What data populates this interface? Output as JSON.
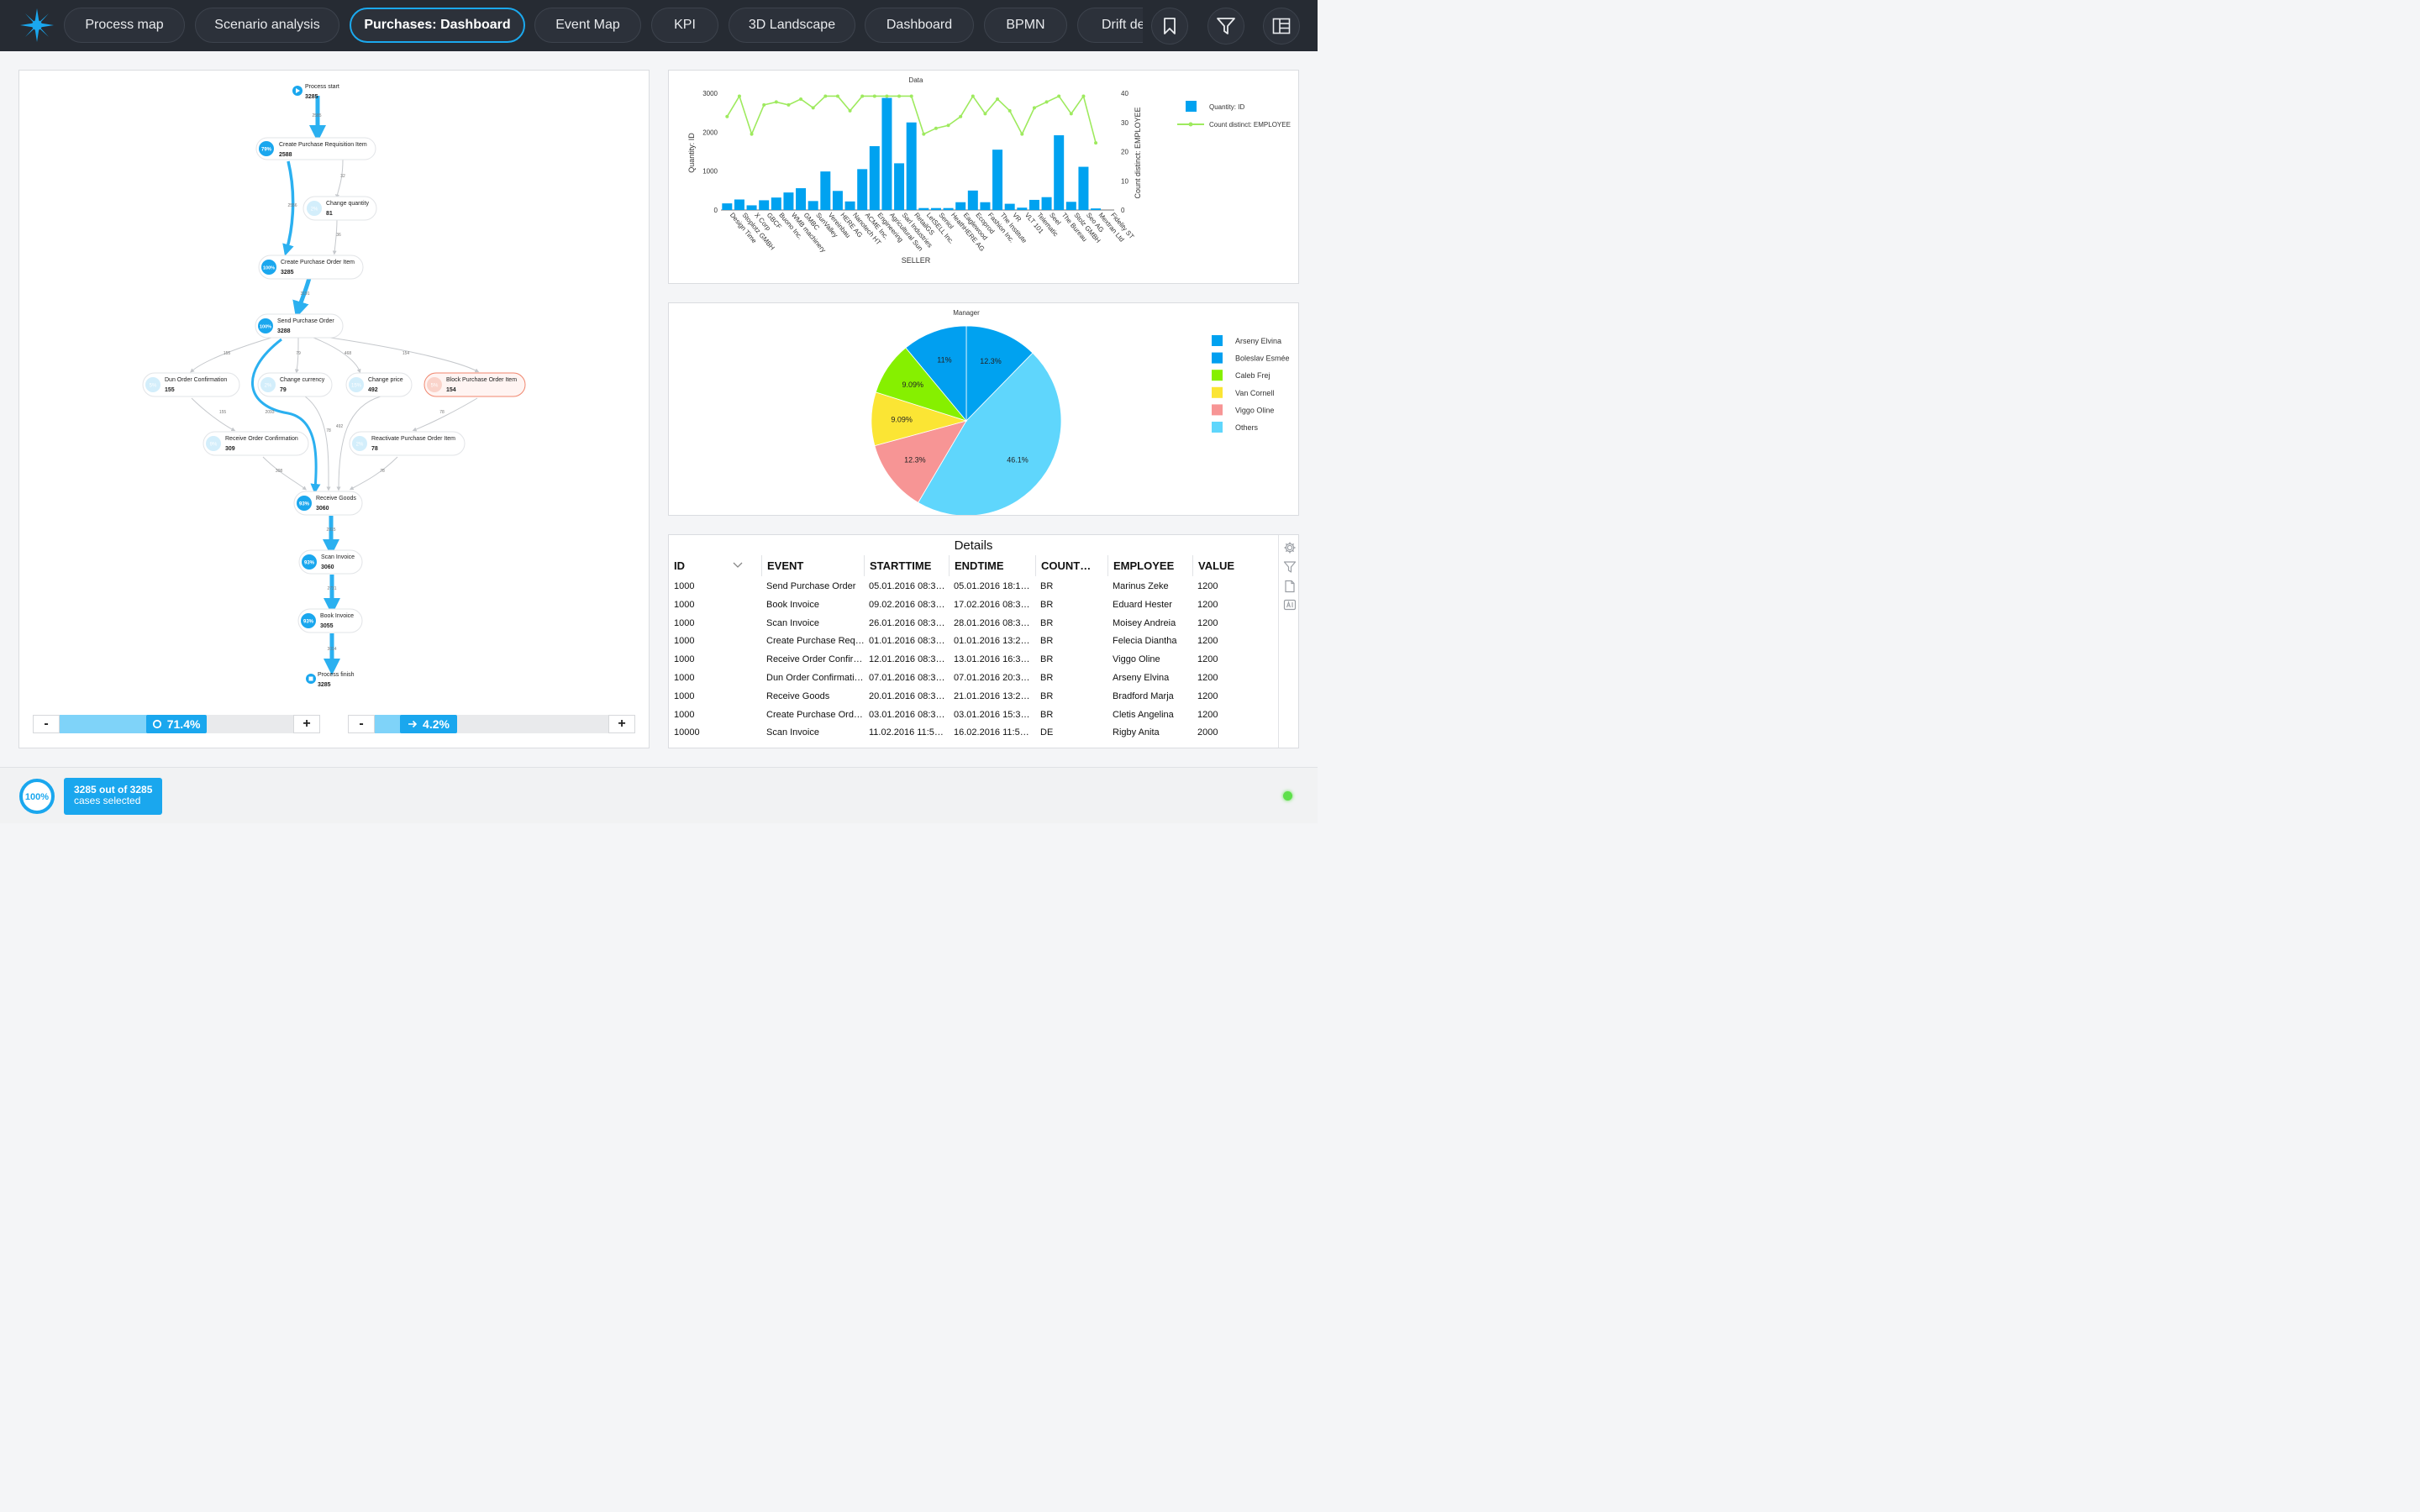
{
  "topbar": {
    "tabs": [
      {
        "label": "Process map",
        "active": false
      },
      {
        "label": "Scenario analysis",
        "active": false
      },
      {
        "label": "Purchases: Dashboard",
        "active": true
      },
      {
        "label": "Event Map",
        "active": false
      },
      {
        "label": "KPI",
        "active": false
      },
      {
        "label": "3D Landscape",
        "active": false
      },
      {
        "label": "Dashboard",
        "active": false
      },
      {
        "label": "BPMN",
        "active": false
      },
      {
        "label": "Drift de",
        "active": false
      }
    ],
    "icons": [
      "bookmark-icon",
      "filter-icon",
      "layout-icon"
    ],
    "accent": "#1ba9ee"
  },
  "process_map": {
    "nodes": [
      {
        "label": "Process start",
        "count": "3285",
        "badge": ""
      },
      {
        "label": "Create Purchase Requisition Item",
        "count": "2588",
        "badge": "79%"
      },
      {
        "label": "Change quantity",
        "count": "81",
        "badge": "2%"
      },
      {
        "label": "Create Purchase Order Item",
        "count": "3285",
        "badge": "100%"
      },
      {
        "label": "Send Purchase Order",
        "count": "3288",
        "badge": "100%"
      },
      {
        "label": "Dun Order Confirmation",
        "count": "155",
        "badge": "5%"
      },
      {
        "label": "Change currency",
        "count": "79",
        "badge": "2%"
      },
      {
        "label": "Change price",
        "count": "492",
        "badge": "15%"
      },
      {
        "label": "Block Purchase Order Item",
        "count": "154",
        "badge": "5%"
      },
      {
        "label": "Receive Order Confirmation",
        "count": "309",
        "badge": "9%"
      },
      {
        "label": "Reactivate Purchase Order Item",
        "count": "78",
        "badge": "2%"
      },
      {
        "label": "Receive Goods",
        "count": "3060",
        "badge": "93%"
      },
      {
        "label": "Scan Invoice",
        "count": "3060",
        "badge": "93%"
      },
      {
        "label": "Book Invoice",
        "count": "3055",
        "badge": "93%"
      },
      {
        "label": "Process finish",
        "count": "3285",
        "badge": ""
      }
    ],
    "edges": [
      {
        "label": "2585"
      },
      {
        "label": "32"
      },
      {
        "label": "2556"
      },
      {
        "label": "36"
      },
      {
        "label": "3191"
      },
      {
        "label": "155"
      },
      {
        "label": "79"
      },
      {
        "label": "468"
      },
      {
        "label": "154"
      },
      {
        "label": "155"
      },
      {
        "label": "2093"
      },
      {
        "label": "78"
      },
      {
        "label": "492"
      },
      {
        "label": "78"
      },
      {
        "label": "308"
      },
      {
        "label": "78"
      },
      {
        "label": "2815"
      },
      {
        "label": "2731"
      },
      {
        "label": "3014"
      }
    ],
    "slider_activities": {
      "value": "71.4%",
      "fraction": 0.714,
      "minus": "-",
      "plus": "+"
    },
    "slider_paths": {
      "value": "4.2%",
      "fraction": 0.042,
      "minus": "-",
      "plus": "+"
    }
  },
  "chart_data": [
    {
      "type": "bar",
      "title": "Data",
      "xlabel": "SELLER",
      "ylabel": "Quantity: ID",
      "y2label": "Count distinct: EMPLOYEE",
      "ylim": [
        0,
        3000
      ],
      "y2lim": [
        0,
        40
      ],
      "yticks": [
        "0",
        "1000",
        "2000",
        "3000"
      ],
      "y2ticks": [
        "0",
        "10",
        "20",
        "30",
        "40"
      ],
      "categories": [
        "Design Time",
        "Stoplotz GMBH",
        "X Corp",
        "GBCF",
        "Buono Inc.",
        "WMB machinery",
        "GMBC",
        "SunValley",
        "Vereinbau",
        "HERE AG",
        "Nanotech HT",
        "ACME Inc.",
        "Engineering",
        "Agricultural Sun",
        "Sarl Industries",
        "RetailGS",
        "LetSELL Inc.",
        "Seniol",
        "HeathHERE AG",
        "Eaglewood",
        "Ecoprod",
        "Fashion Inc.",
        "The Institute",
        "VR",
        "VLT 101",
        "Telematic",
        "Seel",
        "The Bureau",
        "Stolz GMBH",
        "Seo AG",
        "Mextran Ltd",
        "Fidelity ST"
      ],
      "series": [
        {
          "name": "Quantity: ID",
          "kind": "bar",
          "color": "#00a2f0",
          "values": [
            170,
            270,
            120,
            250,
            320,
            450,
            560,
            230,
            990,
            490,
            220,
            1050,
            1640,
            2880,
            1200,
            2250,
            50,
            50,
            50,
            200,
            500,
            200,
            1550,
            160,
            60,
            260,
            330,
            1920,
            210,
            1110,
            40,
            0
          ]
        },
        {
          "name": "Count distinct: EMPLOYEE",
          "kind": "line",
          "color": "#9eea5e",
          "values": [
            32,
            39,
            26,
            36,
            37,
            36,
            38,
            35,
            39,
            39,
            34,
            39,
            39,
            39,
            39,
            39,
            26,
            28,
            29,
            32,
            39,
            33,
            38,
            34,
            26,
            35,
            37,
            39,
            33,
            39,
            23
          ]
        }
      ],
      "legend": "right"
    },
    {
      "type": "pie",
      "title": "Manager",
      "slices": [
        {
          "name": "Arseny Elvina",
          "value": 12.3,
          "label": "12.3%",
          "color": "#00a2f0"
        },
        {
          "name": "Others",
          "value": 46.1,
          "label": "46.1%",
          "color": "#5fd6fc"
        },
        {
          "name": "Viggo Oline",
          "value": 12.3,
          "label": "12.3%",
          "color": "#f79595"
        },
        {
          "name": "Van Cornell",
          "value": 9.09,
          "label": "9.09%",
          "color": "#fbe534"
        },
        {
          "name": "Caleb Frej",
          "value": 9.09,
          "label": "9.09%",
          "color": "#86f000"
        },
        {
          "name": "Boleslav Esmée",
          "value": 11,
          "label": "11%",
          "color": "#019ff0"
        }
      ],
      "legend_order": [
        "Arseny Elvina",
        "Boleslav Esmée",
        "Caleb Frej",
        "Van Cornell",
        "Viggo Oline",
        "Others"
      ],
      "legend": "right"
    }
  ],
  "details": {
    "title": "Details",
    "columns": [
      "ID",
      "EVENT",
      "STARTTIME",
      "ENDTIME",
      "COUNT…",
      "EMPLOYEE",
      "VALUE"
    ],
    "rows": [
      [
        "1000",
        "Send Purchase Order",
        "05.01.2016 08:3…",
        "05.01.2016 18:1…",
        "BR",
        "Marinus Zeke",
        "1200"
      ],
      [
        "1000",
        "Book Invoice",
        "09.02.2016 08:3…",
        "17.02.2016 08:3…",
        "BR",
        "Eduard Hester",
        "1200"
      ],
      [
        "1000",
        "Scan Invoice",
        "26.01.2016 08:3…",
        "28.01.2016 08:3…",
        "BR",
        "Moisey Andreia",
        "1200"
      ],
      [
        "1000",
        "Create Purchase Req…",
        "01.01.2016 08:3…",
        "01.01.2016 13:2…",
        "BR",
        "Felecia Diantha",
        "1200"
      ],
      [
        "1000",
        "Receive Order Confir…",
        "12.01.2016 08:3…",
        "13.01.2016 16:3…",
        "BR",
        "Viggo Oline",
        "1200"
      ],
      [
        "1000",
        "Dun Order Confirmati…",
        "07.01.2016 08:3…",
        "07.01.2016 20:3…",
        "BR",
        "Arseny Elvina",
        "1200"
      ],
      [
        "1000",
        "Receive Goods",
        "20.01.2016 08:3…",
        "21.01.2016 13:2…",
        "BR",
        "Bradford Marja",
        "1200"
      ],
      [
        "1000",
        "Create Purchase Ord…",
        "03.01.2016 08:3…",
        "03.01.2016 15:3…",
        "BR",
        "Cletis Angelina",
        "1200"
      ],
      [
        "10000",
        "Scan Invoice",
        "11.02.2016 11:5…",
        "16.02.2016 11:5…",
        "DE",
        "Rigby Anita",
        "2000"
      ]
    ],
    "side_icons": [
      "gear-icon",
      "filter-icon",
      "export-icon",
      "ai-icon"
    ]
  },
  "footer": {
    "percent": "100%",
    "selected_line1": "3285 out of 3285",
    "selected_line2": "cases selected",
    "status_color": "#5ee04a"
  }
}
